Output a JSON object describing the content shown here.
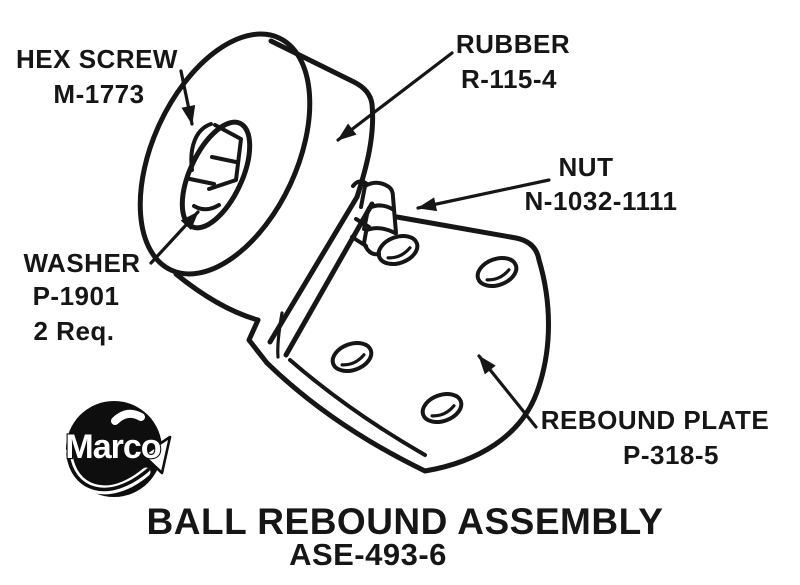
{
  "diagram": {
    "title_line1": "BALL REBOUND ASSEMBLY",
    "title_line2": "ASE-493-6",
    "labels": {
      "hex_screw": {
        "name": "HEX SCREW",
        "part": "M-1773"
      },
      "rubber": {
        "name": "RUBBER",
        "part": "R-115-4"
      },
      "nut": {
        "name": "NUT",
        "part": "N-1032-1111"
      },
      "washer": {
        "name": "WASHER",
        "part": "P-1901",
        "qty": "2 Req."
      },
      "rebound_plate": {
        "name": "REBOUND PLATE",
        "part": "P-318-5"
      }
    },
    "logo": {
      "text": "Marco"
    },
    "colors": {
      "ink": "#161616",
      "background": "#ffffff",
      "logo_fill": "#0e0e0e"
    }
  }
}
